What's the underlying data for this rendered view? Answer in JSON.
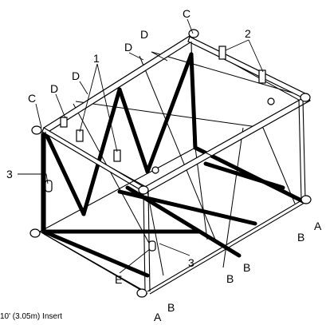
{
  "callouts": {
    "c_top": "C",
    "c_left": "C",
    "d_1": "D",
    "d_2": "D",
    "d_3": "D",
    "d_4": "D",
    "one": "1",
    "two": "2",
    "three_left": "3",
    "three_bottom": "3",
    "a_right": "A",
    "a_bottom": "A",
    "b_1": "B",
    "b_2": "B",
    "b_3": "B",
    "b_4": "B",
    "e": "E"
  },
  "caption": "10' (3.05m) Insert"
}
